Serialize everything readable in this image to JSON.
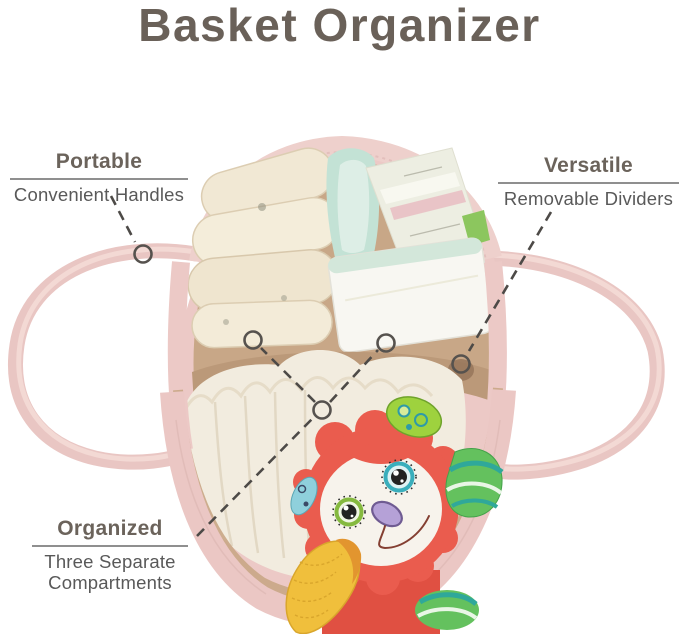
{
  "title": "Basket Organizer",
  "callouts": [
    {
      "id": "portable",
      "title": "Portable",
      "subtitle": "Convenient Handles",
      "marker_count": 1
    },
    {
      "id": "versatile",
      "title": "Versatile",
      "subtitle": "Removable Dividers",
      "marker_count": 1
    },
    {
      "id": "organized",
      "title": "Organized",
      "subtitle": "Three Separate Compartments",
      "subtitle_lines": [
        "Three Separate",
        "Compartments"
      ],
      "marker_count": 3
    }
  ],
  "scene": {
    "items": [
      "pink-rope-basket",
      "rope-handle-left",
      "rope-handle-right",
      "folded-burp-cloths",
      "mint-cloth",
      "wipes-package",
      "wipes-box",
      "removable-divider",
      "cloth-diapers",
      "plush-monkey-toy",
      "knit-banana-toy",
      "green-knit-accent"
    ]
  },
  "colors": {
    "background": "#ffffff",
    "title_text": "#6a6159",
    "callout_title": "#6b635b",
    "callout_subtitle": "#595959",
    "underline": "#8f8f8f",
    "leader_line": "#4d4a47",
    "marker_ring": "#56524e",
    "basket_pink": "#ecc9c6",
    "rim_tan": "#c8a787",
    "cloth_cream": "#f2ead7",
    "wipes_white": "#f8f7f2",
    "mint": "#c9e4d8",
    "monkey_red": "#ea5c4e",
    "monkey_face": "#f7f3ec",
    "nose_lavender": "#b5a1d7",
    "eye_teal": "#3aaebc",
    "eye_green": "#84b83f",
    "banana_yellow": "#f0bf3c",
    "banana_orange": "#e2952f",
    "knit_green": "#64c15e",
    "knit_teal": "#2fa89a"
  }
}
